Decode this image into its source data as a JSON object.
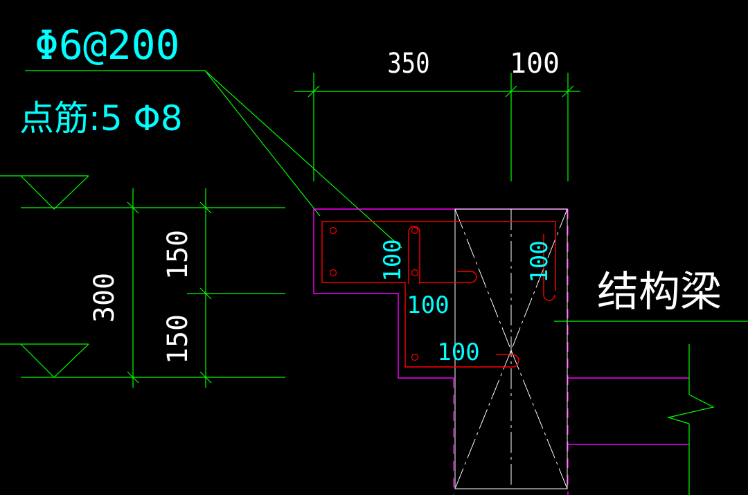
{
  "colors": {
    "background": "#000000",
    "dimension": "#00ff00",
    "text_cyan": "#00ffff",
    "rebar_red": "#ff0000",
    "outline_magenta": "#ff00ff",
    "beam_white": "#ffffff"
  },
  "labels": {
    "stirrup": "Φ6@200",
    "point_bars": "点筋:5 Φ8",
    "structural_beam": "结构梁"
  },
  "dimensions": {
    "top_350": "350",
    "top_100": "100",
    "left_300": "300",
    "left_150_upper": "150",
    "left_150_lower": "150",
    "inner_100_a": "100",
    "inner_100_b": "100",
    "inner_100_c": "100",
    "inner_100_d": "100"
  }
}
